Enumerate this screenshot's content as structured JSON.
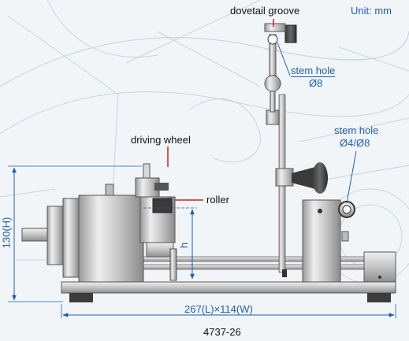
{
  "labels": {
    "dovetail_groove": "dovetail groove",
    "unit": "Unit: mm",
    "stem_hole_top": "stem hole",
    "stem_hole_top_size": "Ø8",
    "stem_hole_right": "stem hole",
    "stem_hole_right_size": "Ø4/Ø8",
    "driving_wheel": "driving wheel",
    "roller": "roller",
    "height_dim": "130(H)",
    "h_dim": "h",
    "length_width_dim": "267(L)×114(W)",
    "model_number": "4737-26"
  },
  "colors": {
    "dimension": "#1d5fb0",
    "callout": "#d21f26",
    "blueprint_bg": "#e3e9ef"
  }
}
